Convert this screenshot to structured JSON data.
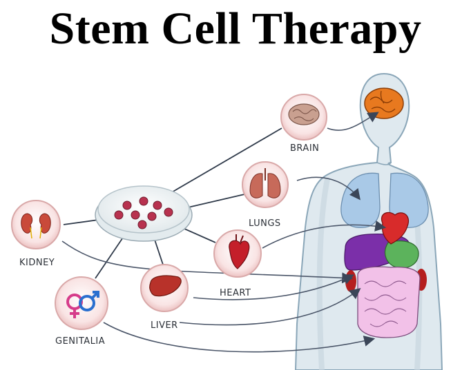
{
  "title": "Stem Cell Therapy",
  "labels": {
    "brain": "BRAIN",
    "lungs": "LUNGS",
    "kidney": "KIDNEY",
    "heart": "HEART",
    "liver": "LIVER",
    "genitalia": "GENITALIA"
  },
  "icons": {
    "petri_dish": "petri-dish-icon",
    "brain": "brain-icon",
    "lungs": "lungs-icon",
    "kidney": "kidney-icon",
    "heart": "heart-icon",
    "liver": "liver-icon",
    "genitalia": "gender-symbols-icon",
    "body": "human-body-outline"
  },
  "colors": {
    "node_fill": "#f7d5d5",
    "body_fill": "#dde8ee",
    "body_stroke": "#8aa6b8",
    "line": "#2f3a4a",
    "brain": "#e5741e",
    "lungs": "#a7c8e6",
    "heart": "#d92b2b",
    "liver": "#7a2fa8",
    "stomach": "#5bb25b",
    "intestine": "#f0bfe6",
    "kidney": "#b41e1e",
    "cells": "#b8324f"
  }
}
